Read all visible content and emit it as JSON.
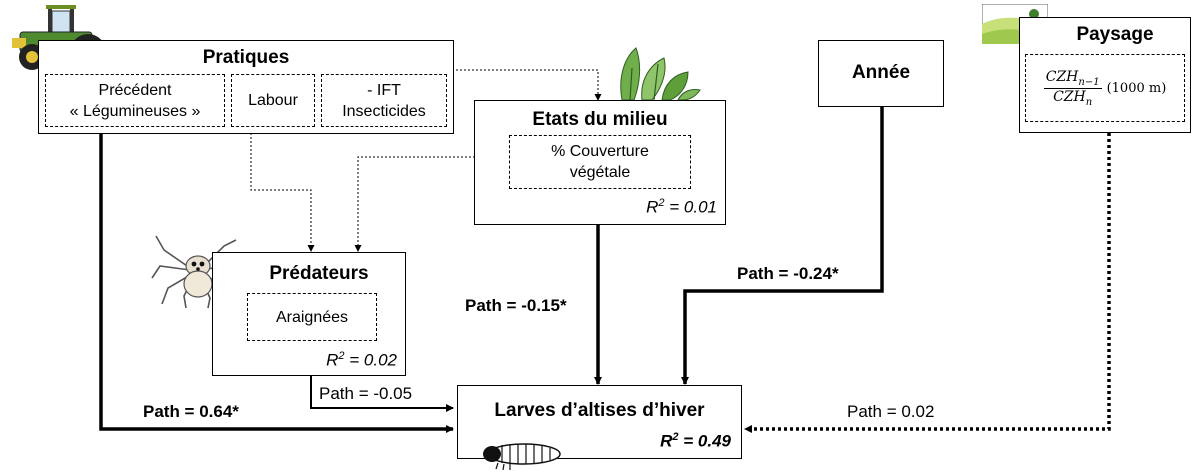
{
  "nodes": {
    "pratiques": {
      "title": "Pratiques",
      "items": [
        "Précédent\n« Légumineuses »",
        "Labour",
        "- IFT\nInsecticides"
      ]
    },
    "etats": {
      "title": "Etats du milieu",
      "items": [
        "% Couverture\nvégétale"
      ],
      "r2_prefix": "R",
      "r2_value": " = 0.01"
    },
    "annee": {
      "title": "Année"
    },
    "paysage": {
      "title": "Paysage",
      "formula_num": "CZH",
      "formula_num_sub": "n−1",
      "formula_den": "CZH",
      "formula_den_sub": "n",
      "formula_suffix": "(1000 m)"
    },
    "predateurs": {
      "title": "Prédateurs",
      "items": [
        "Araignées"
      ],
      "r2_prefix": "R",
      "r2_value": " = 0.02"
    },
    "larves": {
      "title": "Larves d’altises d’hiver",
      "r2_prefix": "R",
      "r2_value": " = 0.49"
    }
  },
  "paths": {
    "pratiques_larves": "Path = 0.64*",
    "predateurs_larves": "Path = -0.05",
    "etats_larves": "Path = -0.15*",
    "annee_larves": "Path = -0.24*",
    "paysage_larves": "Path = 0.02"
  },
  "r2_superscript": "2",
  "icons": [
    "tractor-icon",
    "plants-icon",
    "spider-icon",
    "landscape-icon",
    "larva-icon"
  ]
}
